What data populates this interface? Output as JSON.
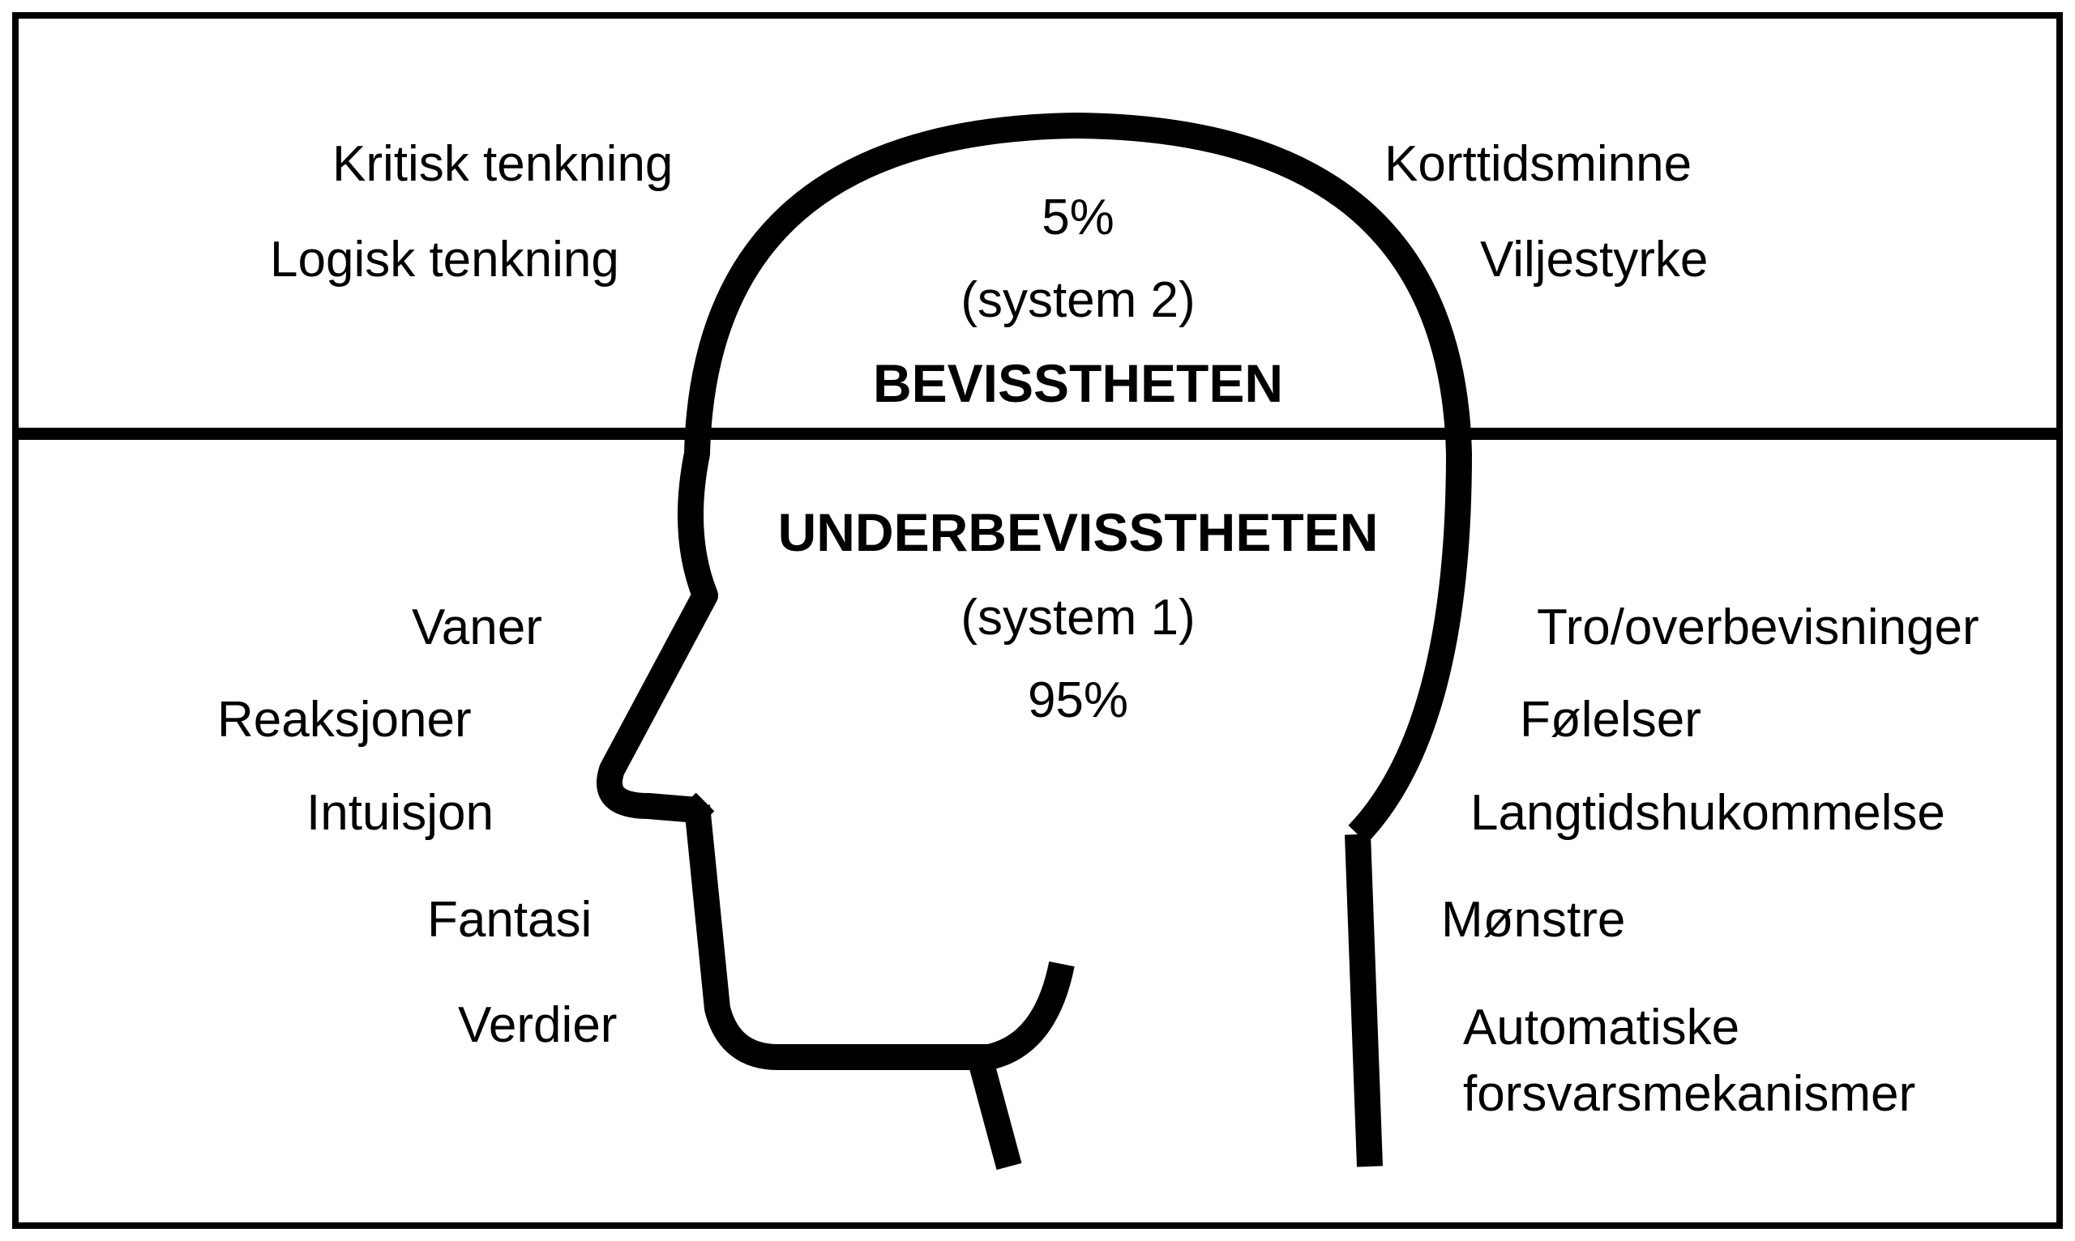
{
  "conscious": {
    "percent": "5%",
    "system": "(system 2)",
    "title": "BEVISSTHETEN",
    "left_items": [
      "Kritisk tenkning",
      "Logisk tenkning"
    ],
    "right_items": [
      "Korttidsminne",
      "Viljestyrke"
    ]
  },
  "subconscious": {
    "title": "UNDERBEVISSTHETEN",
    "system": "(system 1)",
    "percent": "95%",
    "left_items": [
      "Vaner",
      "Reaksjoner",
      "Intuisjon",
      "Fantasi",
      "Verdier"
    ],
    "right_items": [
      "Tro/overbevisninger",
      "Følelser",
      "Langtidshukommelse",
      "Mønstre",
      "Automatiske",
      "forsvarsmekanismer"
    ]
  },
  "colors": {
    "line": "#000000",
    "background": "#ffffff"
  }
}
